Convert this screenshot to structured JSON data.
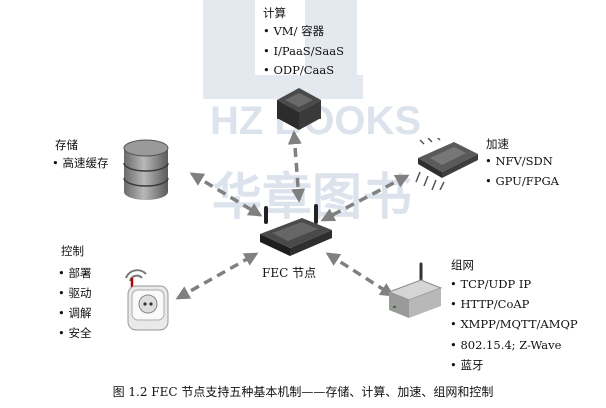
{
  "compute": {
    "title": "计算",
    "items": [
      "VM/ 容器",
      "I/PaaS/SaaS",
      "ODP/CaaS"
    ]
  },
  "storage": {
    "title": "存储",
    "items": [
      "高速缓存"
    ]
  },
  "acceleration": {
    "title": "加速",
    "items": [
      "NFV/SDN",
      "GPU/FPGA"
    ]
  },
  "control": {
    "title": "控制",
    "items": [
      "部署",
      "驱动",
      "调解",
      "安全"
    ]
  },
  "networking": {
    "title": "组网",
    "items": [
      "TCP/UDP IP",
      "HTTP/CoAP",
      "XMPP/MQTT/AMQP",
      "802.15.4; Z-Wave",
      "蓝牙"
    ]
  },
  "center": {
    "label": "FEC 节点"
  },
  "caption": "图 1.2   FEC 节点支持五种基本机制——存储、计算、加速、组网和控制",
  "watermark": {
    "line1": "HZ BOOKS",
    "line2": "华章图书"
  },
  "colors": {
    "arrow": "#808080",
    "watermark": "#dde4ee"
  }
}
